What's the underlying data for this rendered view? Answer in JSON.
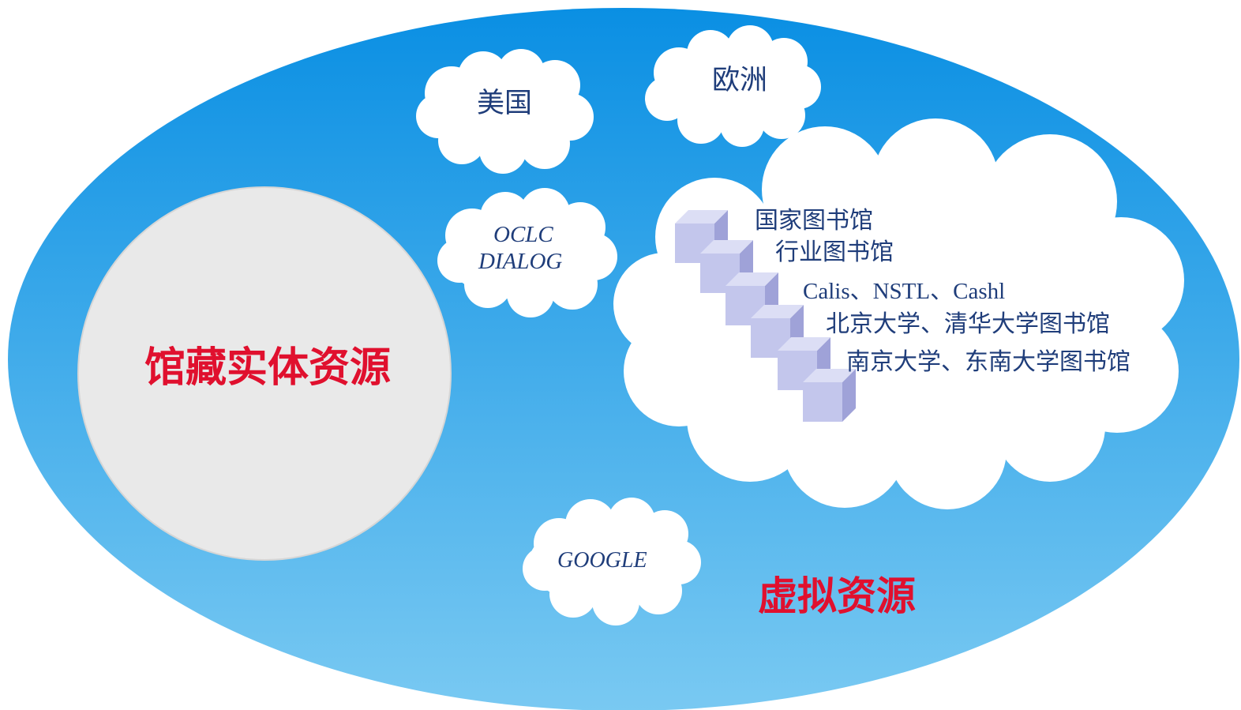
{
  "colors": {
    "ellipse_top": "#0a8fe3",
    "ellipse_bottom": "#79c9f2",
    "accent_red": "#e0102e",
    "circle_fill": "#e9e9e9",
    "text_blue": "#1f3d7a",
    "cube_face": "#c3c6ec"
  },
  "main": {
    "physical_resources": "馆藏实体资源",
    "virtual_resources": "虚拟资源"
  },
  "clouds": {
    "usa": "美国",
    "europe": "欧洲",
    "oclc": "OCLC",
    "dialog": "DIALOG",
    "google": "GOOGLE"
  },
  "library_tiers": [
    "国家图书馆",
    "行业图书馆",
    "Calis、NSTL、Cashl",
    "北京大学、清华大学图书馆",
    "南京大学、东南大学图书馆"
  ]
}
